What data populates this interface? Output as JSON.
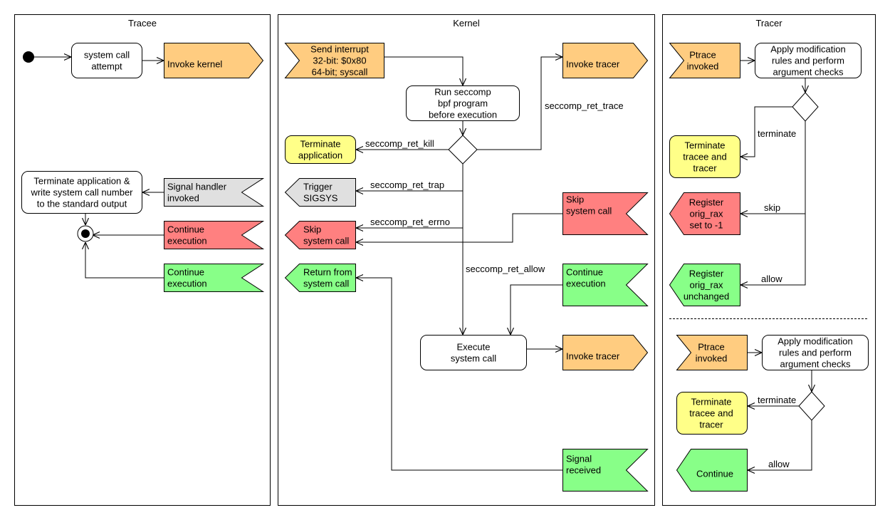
{
  "colors": {
    "orange": "#ffcc80",
    "yellow": "#ffff88",
    "gray": "#e0e0e0",
    "red": "#ff8080",
    "green": "#88ff88",
    "white": "#ffffff",
    "line": "#000000"
  },
  "lanes": {
    "tracee": "Tracee",
    "kernel": "Kernel",
    "tracer": "Tracer"
  },
  "tracee": {
    "syscall_attempt": [
      "system call",
      "attempt"
    ],
    "invoke_kernel": [
      "Invoke kernel"
    ],
    "terminate_write": [
      "Terminate application &",
      "write system call number",
      "to the standard output"
    ],
    "signal_handler": [
      "Signal handler",
      "invoked"
    ],
    "continue_red": [
      "Continue",
      "execution"
    ],
    "continue_green": [
      "Continue",
      "execution"
    ]
  },
  "kernel": {
    "send_interrupt": [
      "Send interrupt",
      "32-bit: $0x80",
      "64-bit; syscall"
    ],
    "run_seccomp": [
      "Run seccomp",
      "bpf program",
      "before execution"
    ],
    "invoke_tracer_top": [
      "Invoke tracer"
    ],
    "terminate_app": [
      "Terminate",
      "application"
    ],
    "trigger_sigsys": [
      "Trigger",
      "SIGSYS"
    ],
    "skip_out": [
      "Skip",
      "system call"
    ],
    "skip_in": [
      "Skip",
      "system call"
    ],
    "return_from": [
      "Return from",
      "system call"
    ],
    "continue_in": [
      "Continue",
      "execution"
    ],
    "execute": [
      "Execute",
      "system call"
    ],
    "invoke_tracer_bottom": [
      "Invoke tracer"
    ],
    "signal_received": [
      "Signal",
      "received"
    ]
  },
  "tracer": {
    "ptrace_1": [
      "Ptrace",
      "invoked"
    ],
    "apply_1": [
      "Apply modification",
      "rules and perform",
      "argument checks"
    ],
    "terminate_1": [
      "Terminate",
      "tracee and",
      "tracer"
    ],
    "register_skip": [
      "Register",
      "orig_rax",
      "set to -1"
    ],
    "register_allow": [
      "Register",
      "orig_rax",
      "unchanged"
    ],
    "ptrace_2": [
      "Ptrace",
      "invoked"
    ],
    "apply_2": [
      "Apply modification",
      "rules and perform",
      "argument checks"
    ],
    "terminate_2": [
      "Terminate",
      "tracee and",
      "tracer"
    ],
    "continue_2": [
      "Continue"
    ]
  },
  "edge_labels": {
    "ret_trace": "seccomp_ret_trace",
    "ret_kill": "seccomp_ret_kill",
    "ret_trap": "seccomp_ret_trap",
    "ret_errno": "seccomp_ret_errno",
    "ret_allow": "seccomp_ret_allow",
    "terminate_1": "terminate",
    "skip": "skip",
    "allow_1": "allow",
    "terminate_2": "terminate",
    "allow_2": "allow"
  }
}
